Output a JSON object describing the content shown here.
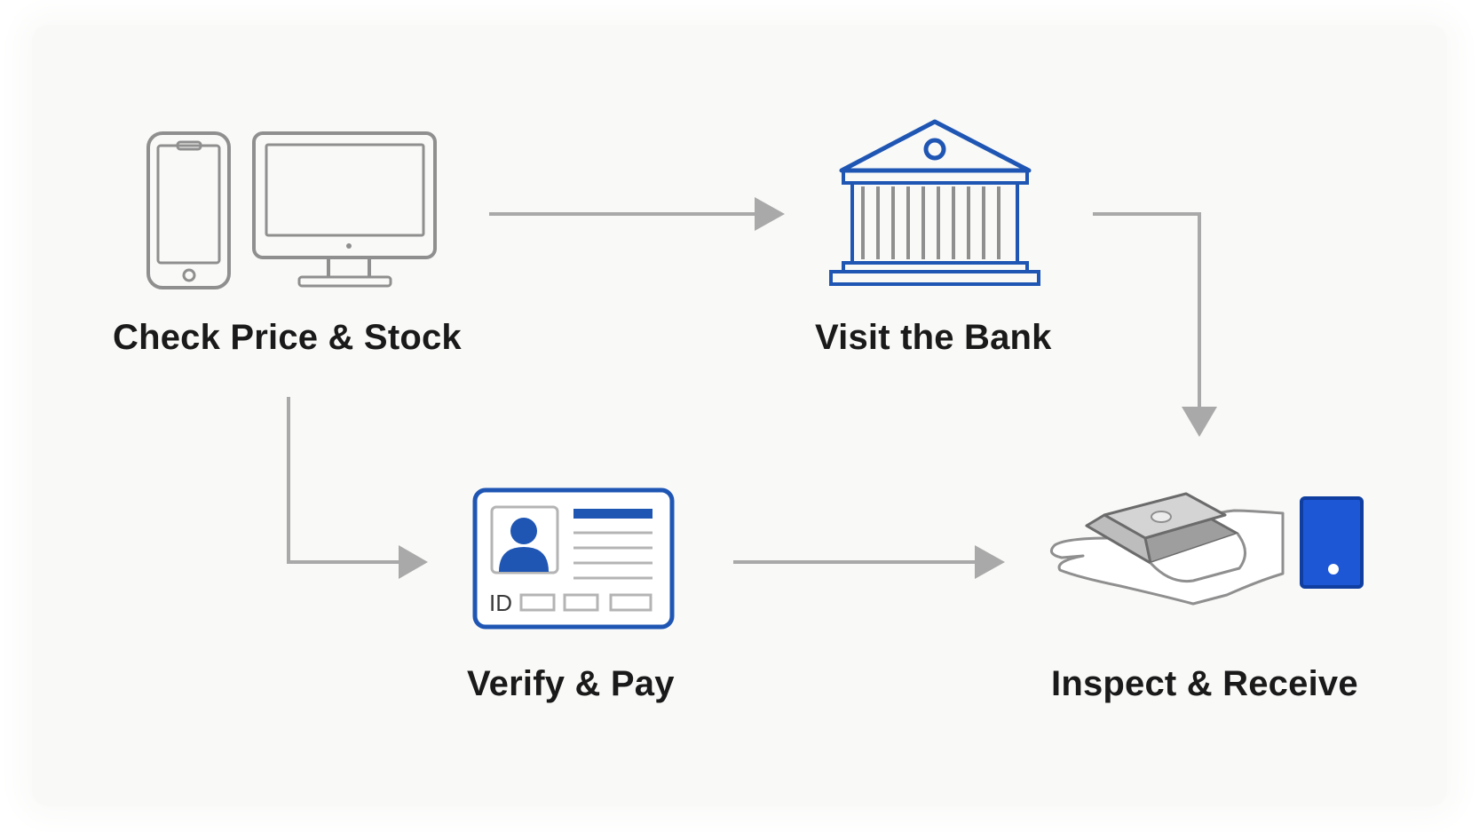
{
  "steps": [
    {
      "label": "Check Price & Stock",
      "icon": "devices-icon"
    },
    {
      "label": "Visit the Bank",
      "icon": "bank-icon"
    },
    {
      "label": "Verify & Pay",
      "icon": "id-card-icon"
    },
    {
      "label": "Inspect & Receive",
      "icon": "hand-gold-bar-icon"
    }
  ],
  "id_card": {
    "id_text": "ID"
  },
  "colors": {
    "accent_blue": "#1f56b4",
    "icon_gray": "#8f8f8f",
    "arrow_gray": "#a9a9a9",
    "text": "#1a1a1a",
    "background": "#f9f9f7"
  }
}
